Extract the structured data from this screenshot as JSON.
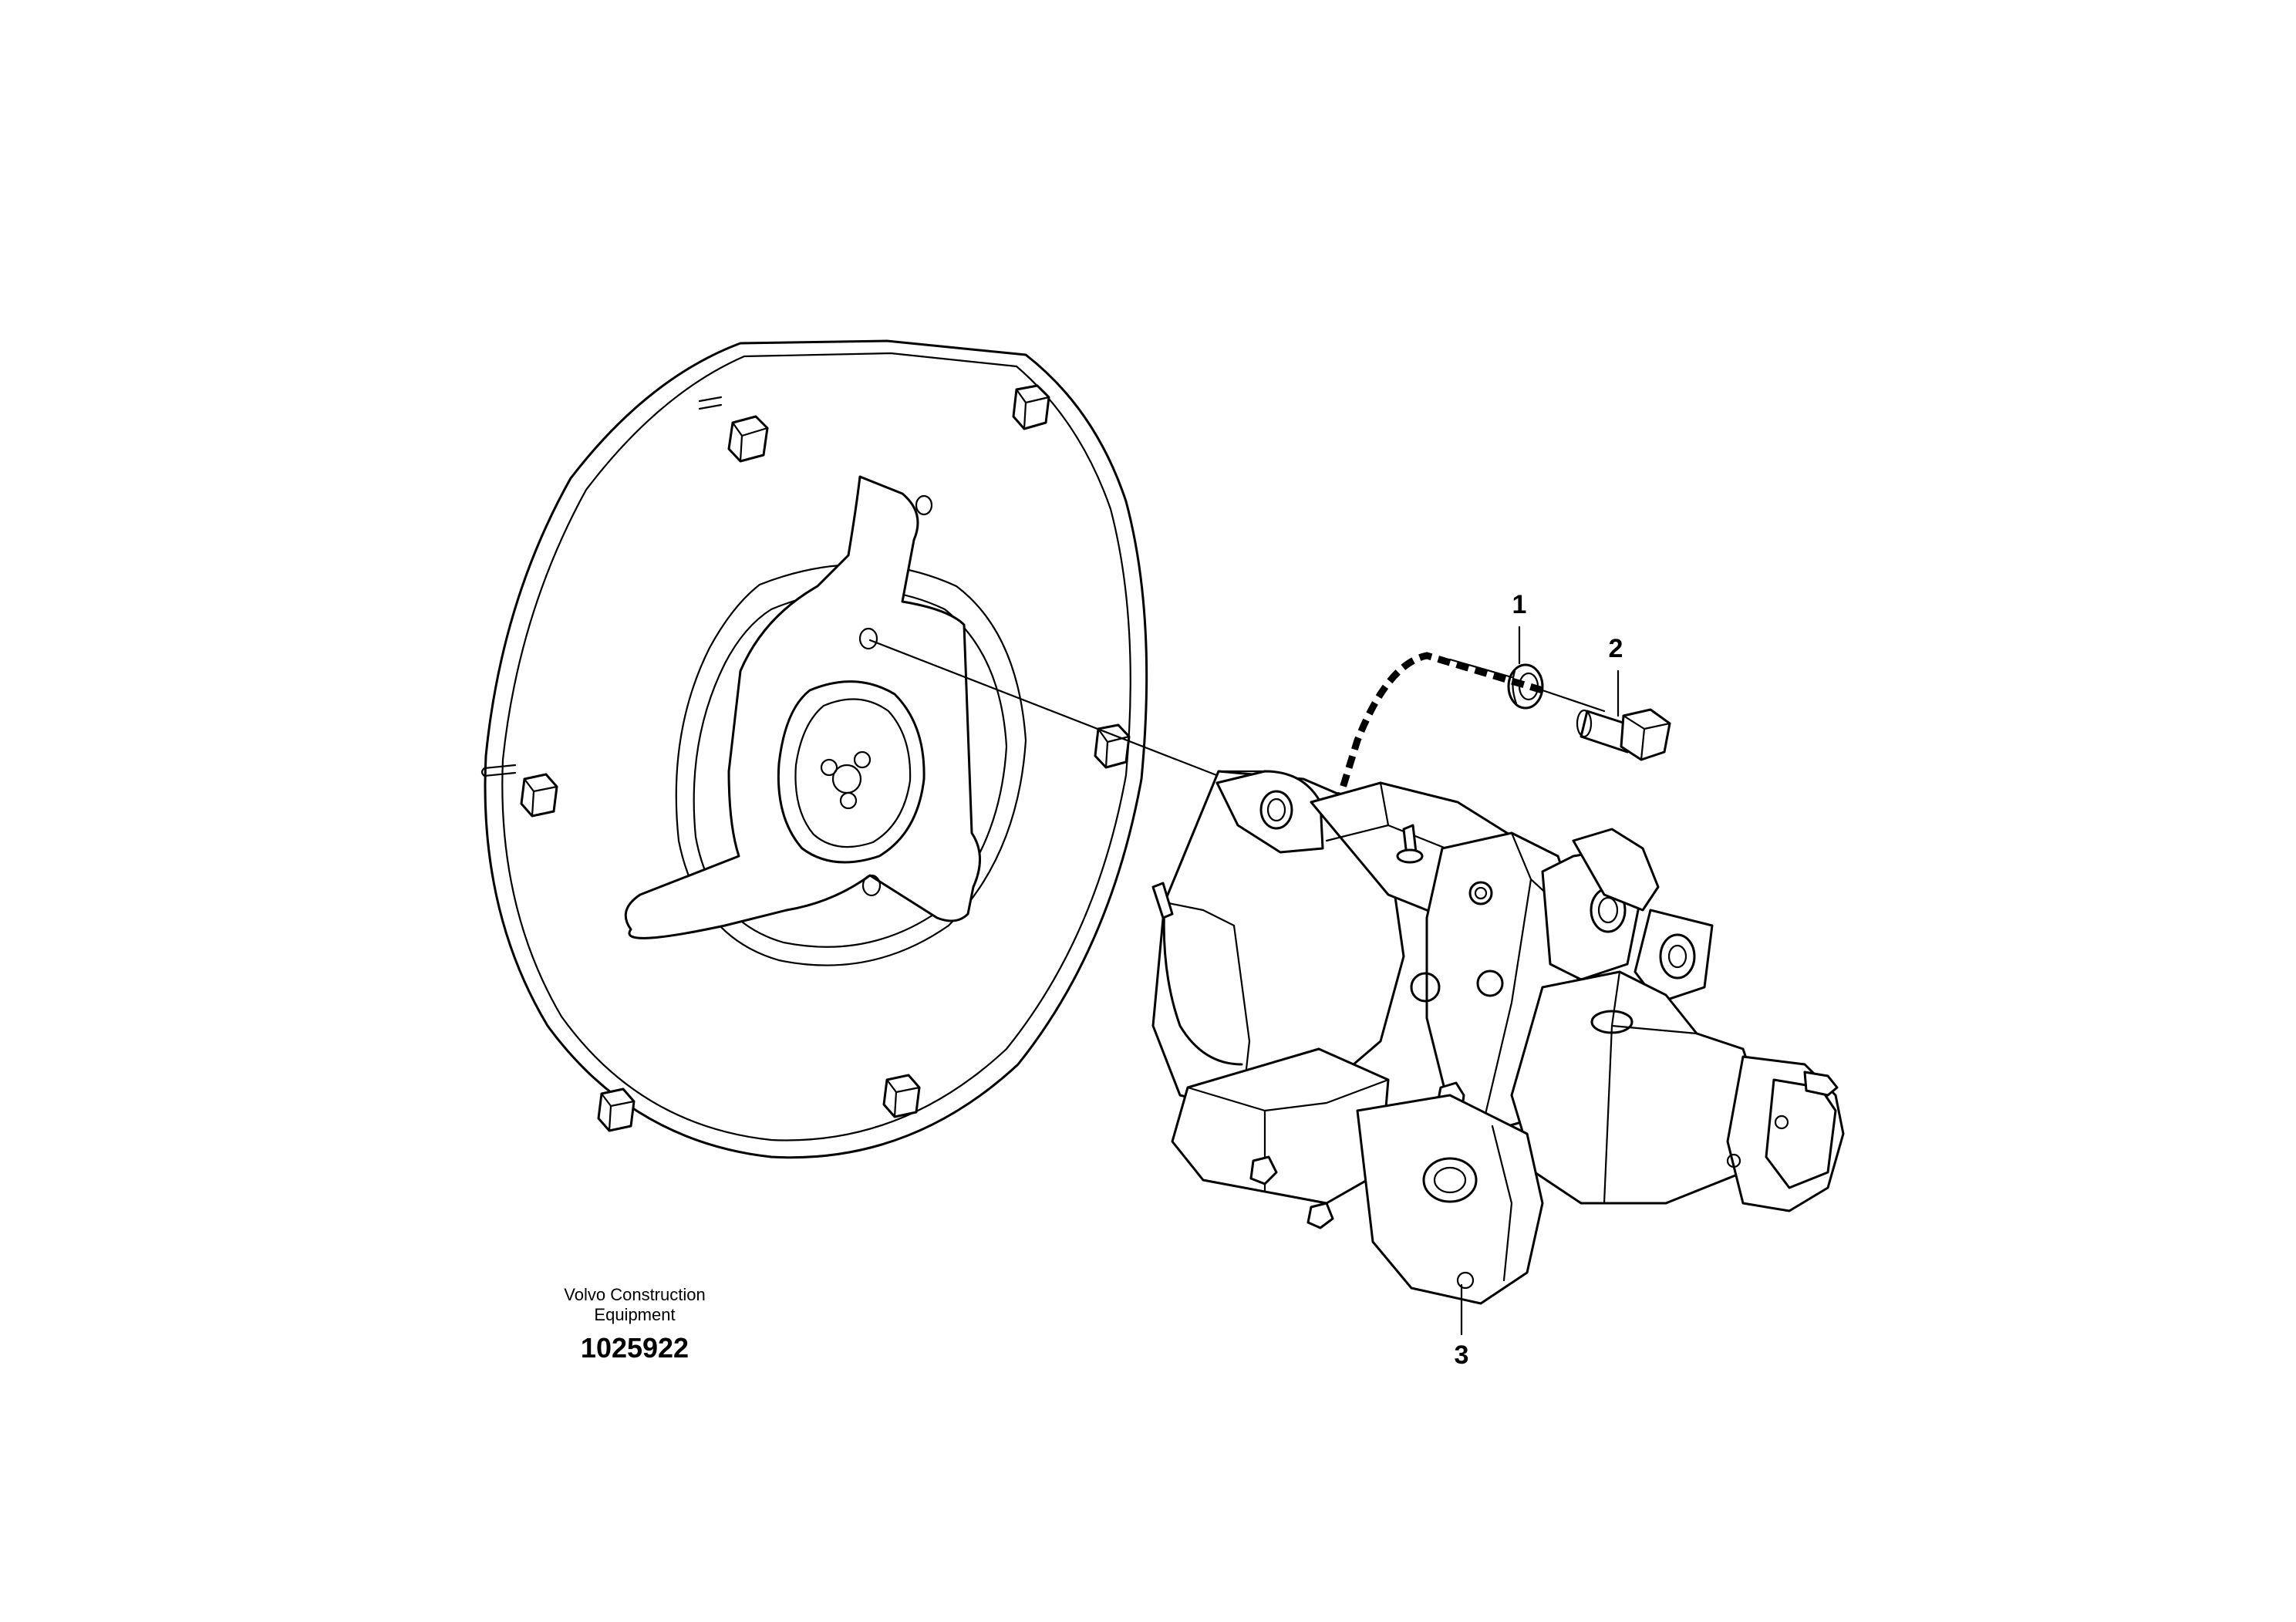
{
  "diagram": {
    "callouts": [
      {
        "id": "callout-1",
        "label": "1"
      },
      {
        "id": "callout-2",
        "label": "2"
      },
      {
        "id": "callout-3",
        "label": "3"
      }
    ],
    "caption": {
      "company_line1": "Volvo Construction",
      "company_line2": "Equipment",
      "figure_number": "1025922"
    },
    "parts": [
      {
        "id": "flywheel-housing-plate",
        "icon": "flange-plate"
      },
      {
        "id": "hydraulic-pump-assembly",
        "icon": "pump"
      },
      {
        "id": "bolt",
        "icon": "hex-bolt"
      },
      {
        "id": "washer",
        "icon": "lock-washer"
      }
    ]
  }
}
